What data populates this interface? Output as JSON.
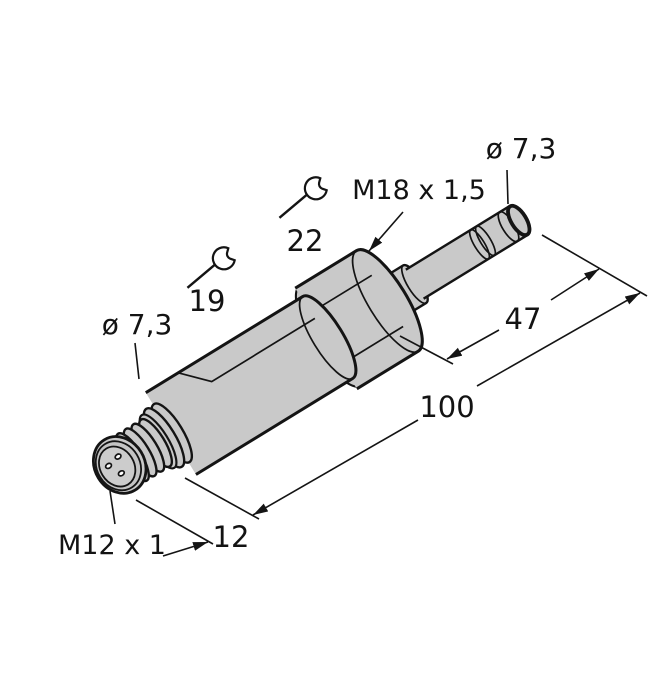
{
  "drawing": {
    "title": "sensor-dimension-drawing",
    "annotations": {
      "dia_tip": "ø 7,3",
      "thread_probe": "M18 x 1,5",
      "sw_nut": "22",
      "sw_body": "19",
      "dia_left": "ø 7,3",
      "len_47": "47",
      "len_100": "100",
      "len_12": "12",
      "thread_connector": "M12 x 1"
    },
    "icons": {
      "wrench": "open-end-wrench-icon"
    },
    "colors": {
      "body_fill": "#c9c9c9",
      "line": "#141414",
      "background": "#ffffff"
    }
  }
}
